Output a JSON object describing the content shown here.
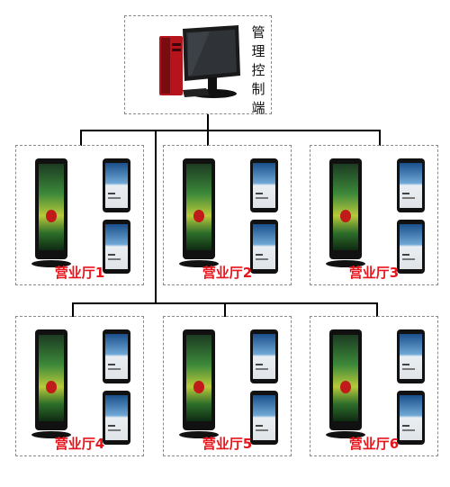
{
  "console": {
    "label": "管理控制端",
    "icon": "computer-icon"
  },
  "branches": [
    {
      "label": "营业厅1"
    },
    {
      "label": "营业厅2"
    },
    {
      "label": "营业厅3"
    },
    {
      "label": "营业厅4"
    },
    {
      "label": "营业厅5"
    },
    {
      "label": "营业厅6"
    }
  ],
  "colors": {
    "branch_label": "#e8141b",
    "connector": "#000000",
    "border": "#8a8a8a"
  }
}
